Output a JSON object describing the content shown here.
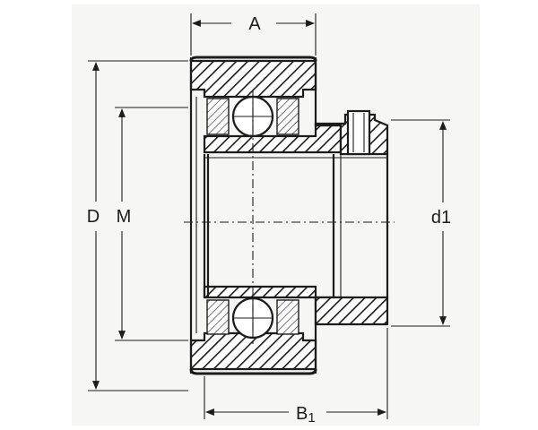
{
  "labels": {
    "A": "A",
    "D": "D",
    "M": "M",
    "d1": "d1",
    "B1_main": "B",
    "B1_sub": "1"
  },
  "colors": {
    "paper": "#f6f6f4",
    "ink": "#1c1c1c",
    "hatch": "#1c1c1c"
  }
}
